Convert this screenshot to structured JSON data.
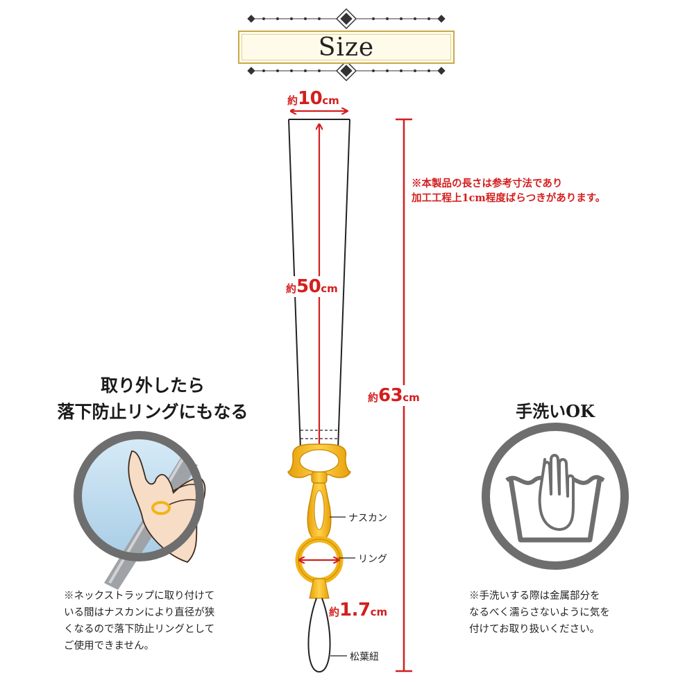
{
  "title": "Size",
  "dimensions": {
    "width": {
      "prefix": "約",
      "value": "10",
      "unit": "cm"
    },
    "strap_length": {
      "prefix": "約",
      "value": "50",
      "unit": "cm"
    },
    "total_length": {
      "prefix": "約",
      "value": "63",
      "unit": "cm"
    },
    "ring_diameter": {
      "prefix": "約",
      "value": "1.7",
      "unit": "cm"
    }
  },
  "length_note": [
    "※本製品の長さは参考寸法であり",
    "加工工程上1cm程度ばらつきがあります。"
  ],
  "parts": {
    "clasp": "ナスカン",
    "ring": "リング",
    "cord": "松葉紐"
  },
  "left_panel": {
    "heading": [
      "取り外したら",
      "落下防止リングにもなる"
    ],
    "note": [
      "※ネックストラップに取り付けて",
      "いる間はナスカンにより直径が狭",
      "くなるので落下防止リングとして",
      "ご使用できません。"
    ]
  },
  "right_panel": {
    "heading": "手洗いOK",
    "note": [
      "※手洗いする際は金属部分を",
      "なるべく濡らさないように気を",
      "付けてお取り扱いください。"
    ]
  },
  "colors": {
    "dimension_red": "#d41e1e",
    "hardware_gold": "#f2b418",
    "frame_gold": "#c8a84a",
    "circle_gray": "#6e6e6e"
  }
}
